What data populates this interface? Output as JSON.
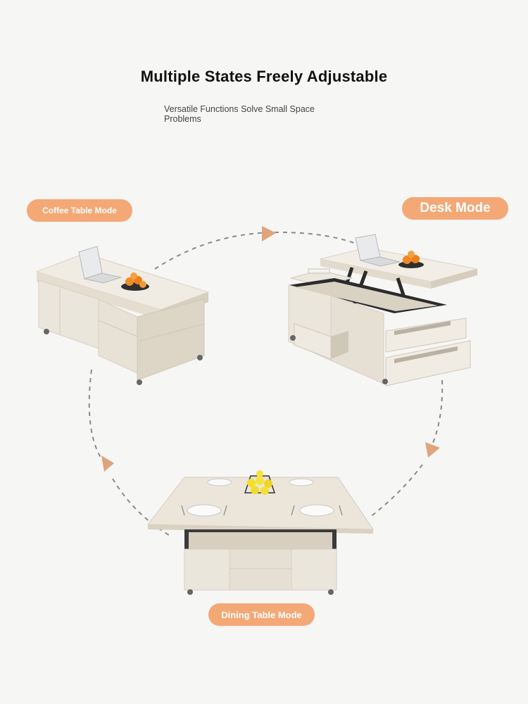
{
  "heading": {
    "title": "Multiple States Freely Adjustable",
    "subtitle": "Versatile Functions Solve Small Space Problems"
  },
  "modes": {
    "coffee_table": "Coffee Table Mode",
    "desk": "Desk Mode",
    "dining_table": "Dining Table Mode"
  },
  "colors": {
    "accent": "#f4a876",
    "background": "#f6f6f5",
    "furniture": "#ece6da",
    "frame": "#2b2b2b",
    "arrow": "#e0a47a"
  }
}
